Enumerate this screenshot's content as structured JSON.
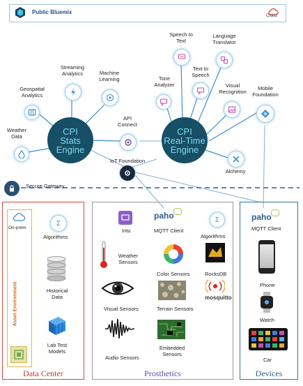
{
  "top_bar": {
    "title": "Public Bluemix",
    "cloud_label": "Cloud"
  },
  "engines": {
    "stats": [
      "CPI",
      "Stats",
      "Engine"
    ],
    "realtime": [
      "CPI",
      "Real-Time",
      "Engine"
    ]
  },
  "services_left": {
    "weather": [
      "Weather",
      "Data"
    ],
    "geospatial": [
      "Geospatial",
      "Analytics"
    ],
    "streaming": [
      "Streaming",
      "Analytics"
    ],
    "machine": [
      "Machine",
      "Learning"
    ],
    "api": [
      "API",
      "Connect"
    ],
    "iot": "IoT Foundation"
  },
  "services_right": {
    "tone": [
      "Tone",
      "Analyzer"
    ],
    "speech_to_text": [
      "Speech to",
      "Text"
    ],
    "text_to_speech": [
      "Text to",
      "Speech"
    ],
    "language": [
      "Language",
      "Translator"
    ],
    "visual": [
      "Visual",
      "Recognition"
    ],
    "mobile": [
      "Mobile",
      "Foundation"
    ],
    "alchemy": "Alchemy"
  },
  "secure_gateway": "Secure Gateway",
  "data_center": {
    "title": "Data Center",
    "on_prem": "On-prem",
    "asset_env": "Asset Environment",
    "algorithms": "Algorithms",
    "historical": [
      "Historical",
      "Data"
    ],
    "lab_test": [
      "Lab Test",
      "Models"
    ]
  },
  "prosthetics": {
    "title": "Prosthetics",
    "intu": "Intu",
    "mqtt_logo": "paho",
    "mqtt": "MQTT Client",
    "algorithms": "Algorithms",
    "weather_sensors": [
      "Weather",
      "Sensors"
    ],
    "color_sensors": "Color Sensors",
    "rocksdb": "RocksDB",
    "mosquitto": "mosquitto",
    "visual_sensors": "Visual Sensors",
    "terrain_sensors": "Terrain Sensors",
    "audio_sensors": "Audio Sensors",
    "embedded_sensors": [
      "Embedded",
      "Sensors"
    ]
  },
  "devices": {
    "title": "Devices",
    "mqtt_logo": "paho",
    "mqtt": "MQTT Client",
    "phone": "Phone",
    "watch": "Watch",
    "car": "Car"
  },
  "colors": {
    "engine_fill": "#174f66",
    "engine_text": "#7fd8ec",
    "icon_blue": "#3a8fd0",
    "data_center_border": "#d9453b",
    "data_center_title": "#c0392b",
    "prosthetics_border": "#999999",
    "prosthetics_title": "#5a4fa0",
    "devices_border": "#3b6fa0",
    "devices_title": "#2d5d8f",
    "gateway_line": "#2f5f8f"
  }
}
